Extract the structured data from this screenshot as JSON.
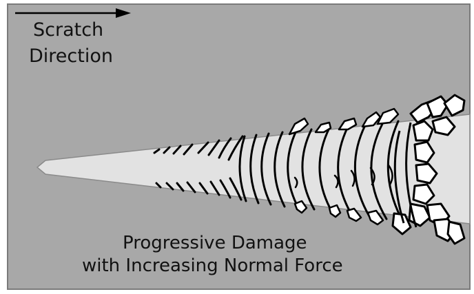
{
  "direction_label": {
    "line1": "Scratch",
    "line2": "Direction"
  },
  "caption": {
    "line1": "Progressive Damage",
    "line2": "with Increasing Normal Force"
  },
  "colors": {
    "background": "#a8a8a8",
    "scratch_track": "#e2e2e2",
    "stroke": "#000000",
    "fragment_fill": "#ffffff"
  }
}
